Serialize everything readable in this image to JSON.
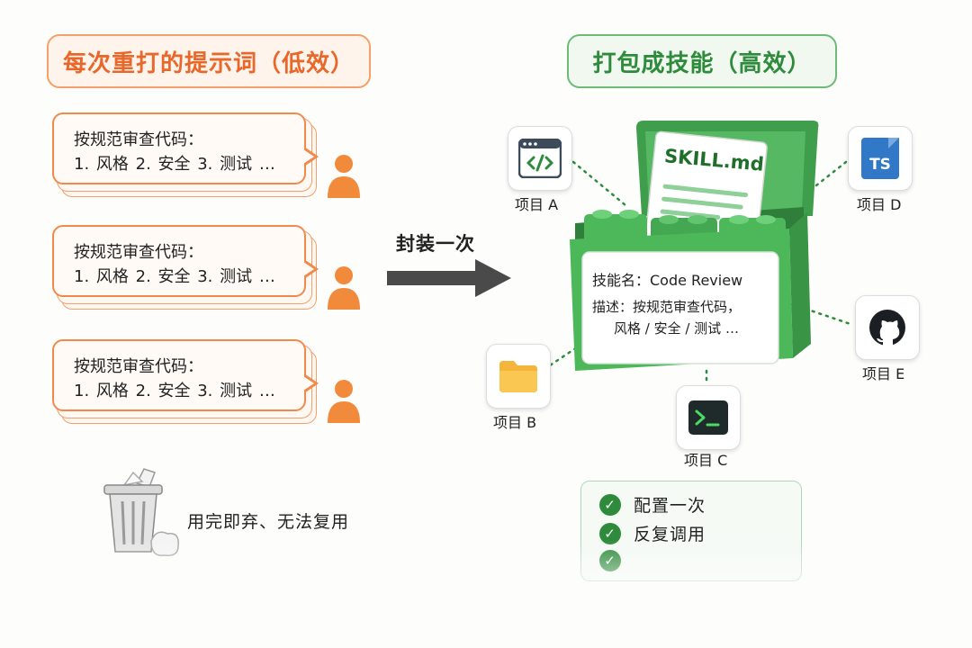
{
  "left": {
    "title": "每次重打的提示词（低效）",
    "bubbles": [
      {
        "line1": "按规范审查代码：",
        "line2": "1. 风格  2. 安全  3. 测试 …"
      },
      {
        "line1": "按规范审查代码：",
        "line2": "1. 风格  2. 安全  3. 测试 …"
      },
      {
        "line1": "按规范审查代码：",
        "line2": "1. 风格  2. 安全  3. 测试 …"
      }
    ],
    "discard_text": "用完即弃、无法复用",
    "colors": {
      "accent": "#f08a4b",
      "title_text": "#e8672a"
    }
  },
  "middle": {
    "arrow_label": "封装一次"
  },
  "right": {
    "title": "打包成技能（高效）",
    "skill_file": "SKILL.md",
    "card": {
      "name_line": "技能名：Code Review",
      "desc_line1": "描述：按规范审查代码，",
      "desc_line2": "风格 / 安全 / 测试 …"
    },
    "projects": [
      {
        "label": "项目 A",
        "icon": "code-window-icon"
      },
      {
        "label": "项目 B",
        "icon": "folder-icon"
      },
      {
        "label": "项目 C",
        "icon": "terminal-icon"
      },
      {
        "label": "项目 D",
        "icon": "typescript-icon",
        "badge": "TS"
      },
      {
        "label": "项目 E",
        "icon": "github-icon"
      }
    ],
    "results": [
      "配置一次",
      "反复调用"
    ],
    "colors": {
      "accent": "#2e8b3c",
      "box_green": "#4cb85a"
    }
  }
}
